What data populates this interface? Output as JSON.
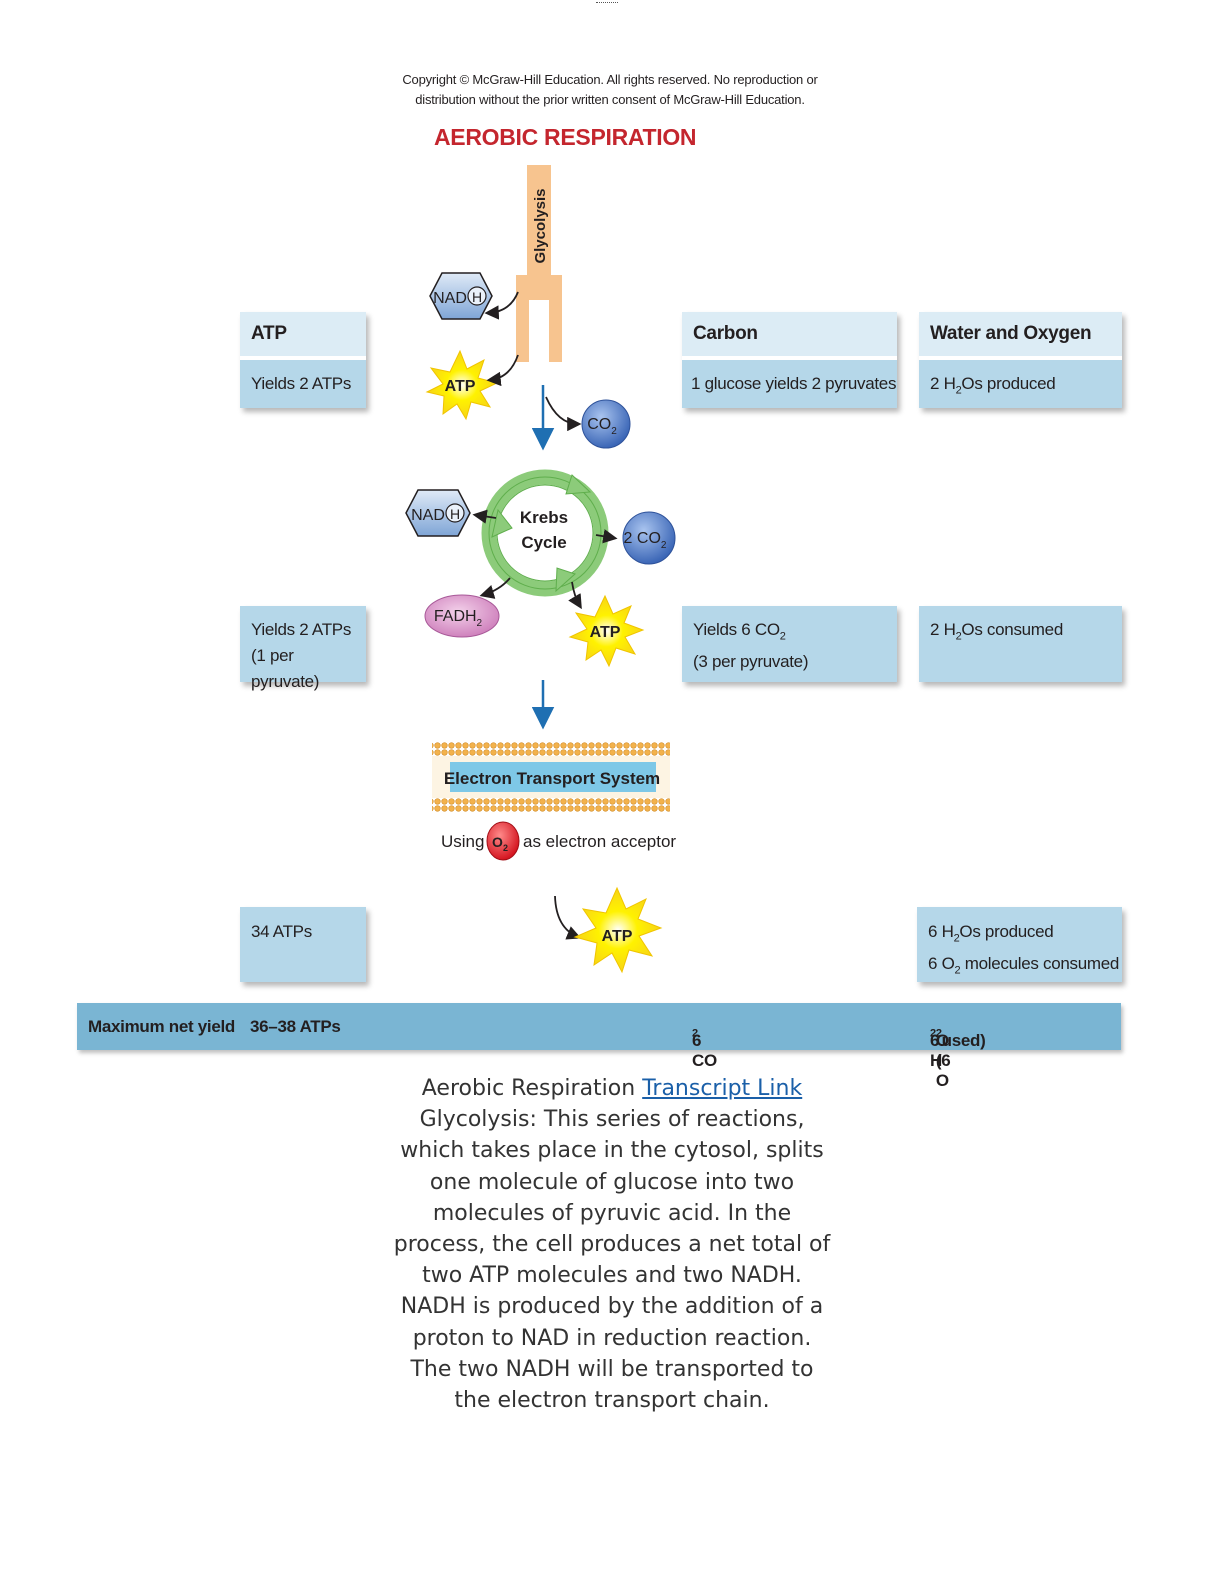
{
  "header": {
    "copyright_line1": "Copyright © McGraw-Hill Education.  All rights reserved. No reproduction or",
    "copyright_line2": "distribution without the prior written consent of McGraw-Hill Education.",
    "title": "AEROBIC RESPIRATION"
  },
  "diagram": {
    "glycolysis_label": "Glycolysis",
    "nadh_top": {
      "nad": "NAD",
      "h": "H"
    },
    "atp_glycolysis": "ATP",
    "co2_label": "CO",
    "co2_sub": "2",
    "nadh_krebs": {
      "nad": "NAD",
      "h": "H"
    },
    "krebs_line1": "Krebs",
    "krebs_line2": "Cycle",
    "krebs_co2_label": "2 CO",
    "krebs_co2_sub": "2",
    "fadh_label": "FADH",
    "fadh_sub": "2",
    "atp_krebs": "ATP",
    "ets_label": "Electron Transport System",
    "using_label": "Using",
    "o2_label": "O",
    "o2_sub": "2",
    "acceptor_label": "as electron acceptor",
    "atp_ets": "ATP"
  },
  "columns": {
    "atp": {
      "heading": "ATP",
      "glycolysis": "Yields 2 ATPs",
      "krebs_line1": "Yields 2 ATPs",
      "krebs_line2": "(1 per pyruvate)",
      "ets": "34 ATPs"
    },
    "carbon": {
      "heading": "Carbon",
      "glycolysis": "1 glucose yields 2 pyruvates",
      "krebs_line1_a": "Yields 6 CO",
      "krebs_line1_sub": "2",
      "krebs_line2": "(3 per pyruvate)"
    },
    "water": {
      "heading": "Water and Oxygen",
      "glycolysis_a": "2 H",
      "glycolysis_sub": "2",
      "glycolysis_b": "Os produced",
      "krebs_a": "2 H",
      "krebs_sub": "2",
      "krebs_b": "Os consumed",
      "ets1_a": "6 H",
      "ets1_sub": "2",
      "ets1_b": "Os produced",
      "ets2_a": "6 O",
      "ets2_sub": "2",
      "ets2_b": " molecules consumed"
    }
  },
  "summary": {
    "label": "Maximum net yield",
    "atp": "36–38 ATPs",
    "co2_a": "6 CO",
    "co2_sub": "2",
    "water_a": "6 H",
    "water_sub": "2",
    "water_b": "O (6 O",
    "water_sub2": "2",
    "water_c": " used)"
  },
  "caption": {
    "title": "Aerobic Respiration ",
    "link": "Transcript Link",
    "body": "Glycolysis: This series of reactions, which takes place in the cytosol, splits one molecule of glucose into two molecules of pyruvic acid. In the process, the cell produces a net total of two ATP molecules and two NADH. NADH is produced by the addition of a proton to NAD in reduction reaction. The two NADH will be transported to the electron transport chain."
  },
  "colors": {
    "title": "#c4262e",
    "box_fill": "#b5d7e9",
    "box_header": "#dcecf5",
    "band": "#7ab5d3",
    "arrow_blue": "#1f6fb2",
    "krebs_green": "#8ccb7a",
    "atp_yellow": "#fff200",
    "co2_blue": "#4b7bc6",
    "fadh_pink": "#d58ec4",
    "glycolysis_tube": "#f7c48f"
  }
}
